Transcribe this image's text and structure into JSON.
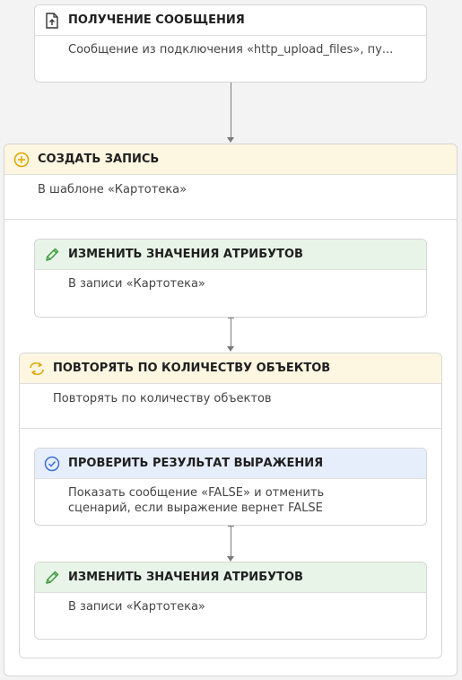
{
  "nodes": {
    "receive_message": {
      "title": "ПОЛУЧЕНИЕ СООБЩЕНИЯ",
      "description": "Сообщение из подключения «http_upload_files», пу..."
    },
    "create_record": {
      "title": "СОЗДАТЬ ЗАПИСЬ",
      "description": "В шаблоне «Картотека»"
    },
    "change_attributes_1": {
      "title": "ИЗМЕНИТЬ ЗНАЧЕНИЯ АТРИБУТОВ",
      "description": "В записи «Картотека»"
    },
    "repeat_loop": {
      "title": "ПОВТОРЯТЬ ПО КОЛИЧЕСТВУ ОБЪЕКТОВ",
      "description": "Повторять по количеству объектов"
    },
    "check_expression": {
      "title": "ПРОВЕРИТЬ РЕЗУЛЬТАТ ВЫРАЖЕНИЯ",
      "description": "Показать сообщение «FALSE» и отменить сценарий, если выражение вернет FALSE"
    },
    "change_attributes_2": {
      "title": "ИЗМЕНИТЬ ЗНАЧЕНИЯ АТРИБУТОВ",
      "description": "В записи «Картотека»"
    }
  },
  "icons": {
    "receive_message": "file-upload-icon",
    "create_record": "plus-circle-icon",
    "change_attributes": "pencil-icon",
    "repeat_loop": "loop-arrows-icon",
    "check_expression": "check-circle-icon"
  },
  "colors": {
    "yellow_header": "#fdf6e1",
    "green_header": "#e8f4e8",
    "blue_header": "#e7eefb",
    "accent_orange": "#e0a500",
    "accent_green": "#3a9a3a",
    "accent_blue": "#3a6fd8",
    "connector": "#7a7a7a"
  }
}
